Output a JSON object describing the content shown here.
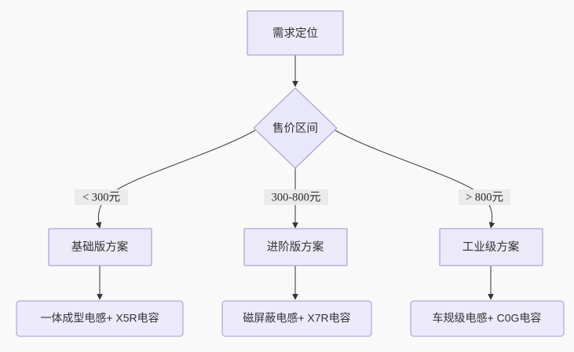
{
  "diagram": {
    "type": "flowchart",
    "direction": "top-down",
    "background_color": "#f9f9fa",
    "node_fill_color": "#ece9f8",
    "node_border_color": "#b3a5d6",
    "edge_color": "#444444",
    "edge_label_bg_color": "#ebebeb",
    "nodes": [
      {
        "id": "root",
        "shape": "rect",
        "label": "需求定位"
      },
      {
        "id": "decision",
        "shape": "diamond",
        "label": "售价区间"
      },
      {
        "id": "tier1",
        "shape": "rect",
        "label": "基础版方案"
      },
      {
        "id": "tier2",
        "shape": "rect",
        "label": "进阶版方案"
      },
      {
        "id": "tier3",
        "shape": "rect",
        "label": "工业级方案"
      },
      {
        "id": "result1",
        "shape": "rounded-rect",
        "label": "一体成型电感+ X5R电容"
      },
      {
        "id": "result2",
        "shape": "rounded-rect",
        "label": "磁屏蔽电感+ X7R电容"
      },
      {
        "id": "result3",
        "shape": "rounded-rect",
        "label": "车规级电感+ C0G电容"
      }
    ],
    "edges": [
      {
        "from": "root",
        "to": "decision",
        "label": ""
      },
      {
        "from": "decision",
        "to": "tier1",
        "label": "< 300元"
      },
      {
        "from": "decision",
        "to": "tier2",
        "label": "300-800元"
      },
      {
        "from": "decision",
        "to": "tier3",
        "label": "> 800元"
      },
      {
        "from": "tier1",
        "to": "result1",
        "label": ""
      },
      {
        "from": "tier2",
        "to": "result2",
        "label": ""
      },
      {
        "from": "tier3",
        "to": "result3",
        "label": ""
      }
    ]
  }
}
